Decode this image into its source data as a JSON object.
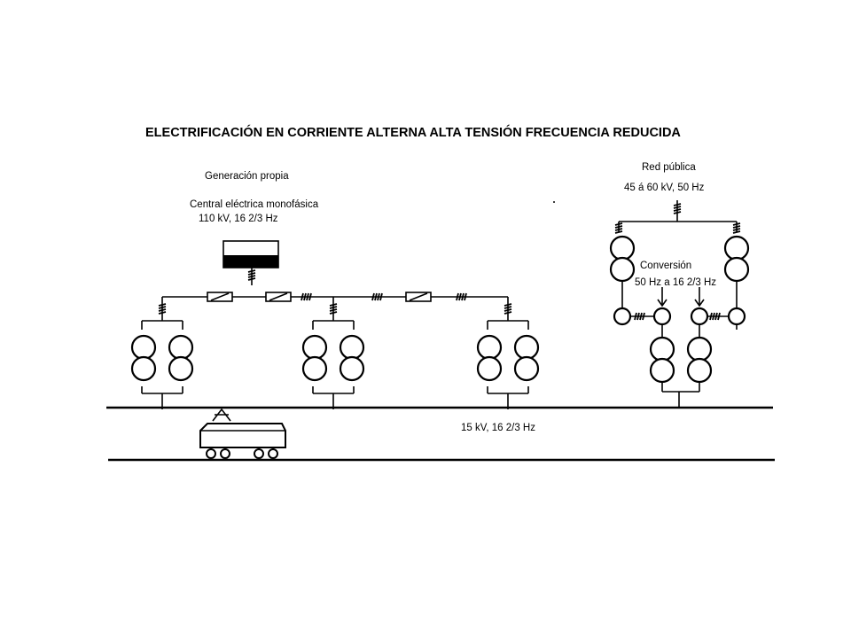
{
  "title": "ELECTRIFICACIÓN EN CORRIENTE ALTERNA ALTA TENSIÓN FRECUENCIA REDUCIDA",
  "left_block": {
    "label": "Generación propia",
    "plant_label": "Central eléctrica monofásica",
    "plant_voltage": "110 kV, 16 2/3 Hz"
  },
  "right_block": {
    "label": "Red pública",
    "grid_voltage": "45 á 60 kV, 50 Hz",
    "conversion_label": "Conversión",
    "conversion_freq": "50 Hz a 16 2/3 Hz"
  },
  "catenary_label": "15 kV, 16 2/3 Hz"
}
